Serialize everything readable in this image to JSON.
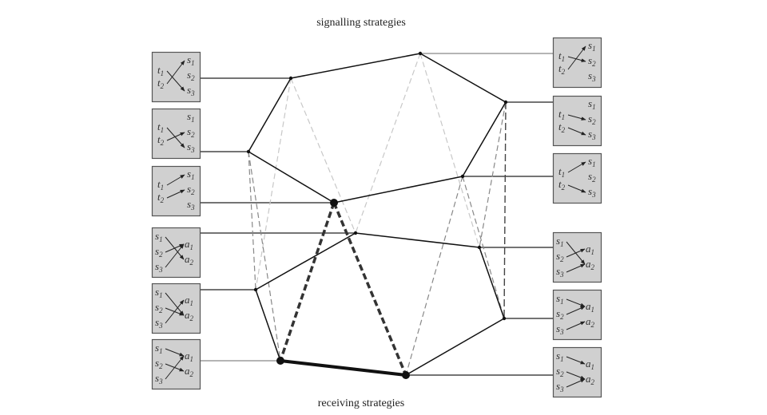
{
  "titles": {
    "top": "signalling strategies",
    "bottom": "receiving strategies"
  },
  "nodes": {
    "A": {
      "kind": "signalling",
      "highlight": false
    },
    "B": {
      "kind": "signalling",
      "highlight": false
    },
    "C": {
      "kind": "signalling",
      "highlight": true
    },
    "D": {
      "kind": "signalling",
      "highlight": false
    },
    "E": {
      "kind": "signalling",
      "highlight": false
    },
    "F": {
      "kind": "signalling",
      "highlight": false
    },
    "G": {
      "kind": "receiving",
      "highlight": false
    },
    "H": {
      "kind": "receiving",
      "highlight": false
    },
    "I": {
      "kind": "receiving",
      "highlight": true
    },
    "J": {
      "kind": "receiving",
      "highlight": false
    },
    "K": {
      "kind": "receiving",
      "highlight": false
    },
    "L": {
      "kind": "receiving",
      "highlight": true
    }
  },
  "edges": [
    {
      "from": "A",
      "to": "D",
      "style": "solid"
    },
    {
      "from": "D",
      "to": "E",
      "style": "solid"
    },
    {
      "from": "E",
      "to": "F",
      "style": "solid"
    },
    {
      "from": "F",
      "to": "C",
      "style": "solid"
    },
    {
      "from": "C",
      "to": "B",
      "style": "solid"
    },
    {
      "from": "B",
      "to": "A",
      "style": "solid"
    },
    {
      "from": "G",
      "to": "J",
      "style": "solid"
    },
    {
      "from": "J",
      "to": "K",
      "style": "solid"
    },
    {
      "from": "K",
      "to": "L",
      "style": "solid"
    },
    {
      "from": "L",
      "to": "I",
      "style": "thick"
    },
    {
      "from": "I",
      "to": "H",
      "style": "solid"
    },
    {
      "from": "H",
      "to": "G",
      "style": "solid"
    },
    {
      "from": "A",
      "to": "H",
      "style": "dashed-light"
    },
    {
      "from": "A",
      "to": "G",
      "style": "dashed-light"
    },
    {
      "from": "D",
      "to": "G",
      "style": "dashed-light"
    },
    {
      "from": "D",
      "to": "J",
      "style": "dashed-light"
    },
    {
      "from": "B",
      "to": "H",
      "style": "dashed"
    },
    {
      "from": "B",
      "to": "I",
      "style": "dashed"
    },
    {
      "from": "F",
      "to": "L",
      "style": "dashed"
    },
    {
      "from": "F",
      "to": "K",
      "style": "dashed"
    },
    {
      "from": "E",
      "to": "J",
      "style": "dashed"
    },
    {
      "from": "E",
      "to": "K",
      "style": "dashed-dark"
    },
    {
      "from": "C",
      "to": "I",
      "style": "dashed-thick"
    },
    {
      "from": "C",
      "to": "L",
      "style": "dashed-thick"
    }
  ],
  "boxes": [
    {
      "id": "left-1",
      "node": "A",
      "type": "sender",
      "left": [
        "t1",
        "t2"
      ],
      "right": [
        "s1",
        "s2",
        "s3"
      ],
      "arrows": [
        [
          0,
          0
        ],
        [
          1,
          2
        ]
      ],
      "arrows_note": "t1→s3, t2→s1",
      "map": {
        "t1": "s3",
        "t2": "s1"
      }
    },
    {
      "id": "left-2",
      "node": "B",
      "type": "sender",
      "left": [
        "t1",
        "t2"
      ],
      "right": [
        "s1",
        "s2",
        "s3"
      ],
      "map": {
        "t1": "s3",
        "t2": "s2"
      }
    },
    {
      "id": "left-3",
      "node": "C",
      "type": "sender",
      "left": [
        "t1",
        "t2"
      ],
      "right": [
        "s1",
        "s2",
        "s3"
      ],
      "map": {
        "t1": "s1",
        "t2": "s2"
      }
    },
    {
      "id": "left-4",
      "node": "G",
      "type": "receiver",
      "left": [
        "s1",
        "s2",
        "s3"
      ],
      "right": [
        "a1",
        "a2"
      ],
      "map": {
        "s1": "a2",
        "s2": "a1",
        "s3": "a1"
      }
    },
    {
      "id": "left-5",
      "node": "H",
      "type": "receiver",
      "left": [
        "s1",
        "s2",
        "s3"
      ],
      "right": [
        "a1",
        "a2"
      ],
      "map": {
        "s1": "a2",
        "s2": "a2",
        "s3": "a1"
      }
    },
    {
      "id": "left-6",
      "node": "I",
      "type": "receiver",
      "left": [
        "s1",
        "s2",
        "s3"
      ],
      "right": [
        "a1",
        "a2"
      ],
      "map": {
        "s1": "a1",
        "s2": "a2",
        "s3": "a1"
      }
    },
    {
      "id": "right-1",
      "node": "D",
      "type": "sender",
      "left": [
        "t1",
        "t2"
      ],
      "right": [
        "s1",
        "s2",
        "s3"
      ],
      "map": {
        "t1": "s2",
        "t2": "s1"
      }
    },
    {
      "id": "right-2",
      "node": "E",
      "type": "sender",
      "left": [
        "t1",
        "t2"
      ],
      "right": [
        "s1",
        "s2",
        "s3"
      ],
      "map": {
        "t1": "s2",
        "t2": "s3"
      }
    },
    {
      "id": "right-3",
      "node": "F",
      "type": "sender",
      "left": [
        "t1",
        "t2"
      ],
      "right": [
        "s1",
        "s2",
        "s3"
      ],
      "map": {
        "t1": "s1",
        "t2": "s3"
      }
    },
    {
      "id": "right-4",
      "node": "J",
      "type": "receiver",
      "left": [
        "s1",
        "s2",
        "s3"
      ],
      "right": [
        "a1",
        "a2"
      ],
      "map": {
        "s1": "a2",
        "s2": "a1",
        "s3": "a2"
      }
    },
    {
      "id": "right-5",
      "node": "K",
      "type": "receiver",
      "left": [
        "s1",
        "s2",
        "s3"
      ],
      "right": [
        "a1",
        "a2"
      ],
      "map": {
        "s1": "a1",
        "s2": "a1",
        "s3": "a2"
      }
    },
    {
      "id": "right-6",
      "node": "L",
      "type": "receiver",
      "left": [
        "s1",
        "s2",
        "s3"
      ],
      "right": [
        "a1",
        "a2"
      ],
      "map": {
        "s1": "a1",
        "s2": "a2",
        "s3": "a2"
      }
    }
  ]
}
